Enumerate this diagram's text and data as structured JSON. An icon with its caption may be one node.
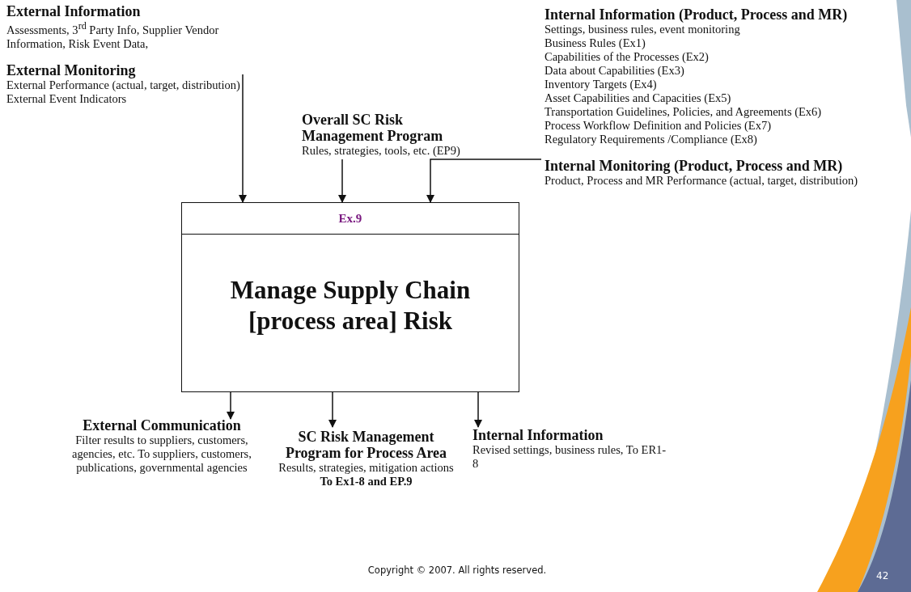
{
  "diagram": {
    "nodes": [
      {
        "text": [
          "External Information",
          "Assessments, 3$^{rd}$ Party Info, Supplier Vendor Information, Risk Event Data,",
          "External Monitoring",
          "External Performance (actual, target, distribution) External Event Indicators"
        ]
      },
      {
        "text": [
          "Overall SC Risk Management Program",
          "Rules, strategies, tools, etc. (EP9)"
        ]
      },
      {
        "text": [
          "Internal Information (Product, Process and MR)",
          "Settings, business rules, event monitoring",
          "Business Rules (Ex1)",
          "Capabilities of the Processes (Ex2)",
          "Data about Capabilities (Ex3)",
          "Inventory Targets (Ex4)",
          "Asset Capabilities and Capacities (Ex5)",
          "Transportation Guidelines, Policies, and Agreements (Ex6)",
          "Process Workflow Definition and Policies (Ex7)",
          "Regulatory Requirements /Compliance (Ex8)",
          "Internal Monitoring (Product, Process and MR)",
          "Product, Process and MR Performance (actual, target, distribution)"
        ]
      },
      {
        "text": [
          "Ex.9",
          "Manage Supply Chain [process area] Risk"
        ]
      },
      {
        "text": [
          "External Communication",
          "Filter results to suppliers, customers, agencies, etc. To suppliers, customers, publications, governmental agencies"
        ]
      },
      {
        "text": [
          "SC Risk Management Program for Process Area",
          "Results, strategies, mitigation actions",
          "To Ex1-8 and EP.9"
        ]
      },
      {
        "text": [
          "Internal Information",
          "Revised settings, business rules, To ER1-8"
        ]
      }
    ],
    "edges": [
      {
        "from": 0,
        "to": 3,
        "arrow": "to"
      },
      {
        "from": 1,
        "to": 3,
        "arrow": "to"
      },
      {
        "from": 2,
        "to": 3,
        "arrow": "to"
      },
      {
        "from": 3,
        "to": 4,
        "arrow": "to"
      },
      {
        "from": 3,
        "to": 5,
        "arrow": "to"
      },
      {
        "from": 3,
        "to": 6,
        "arrow": "to"
      }
    ],
    "labels": [
      "Copyright © 2007. All rights reserved.",
      "42"
    ]
  }
}
